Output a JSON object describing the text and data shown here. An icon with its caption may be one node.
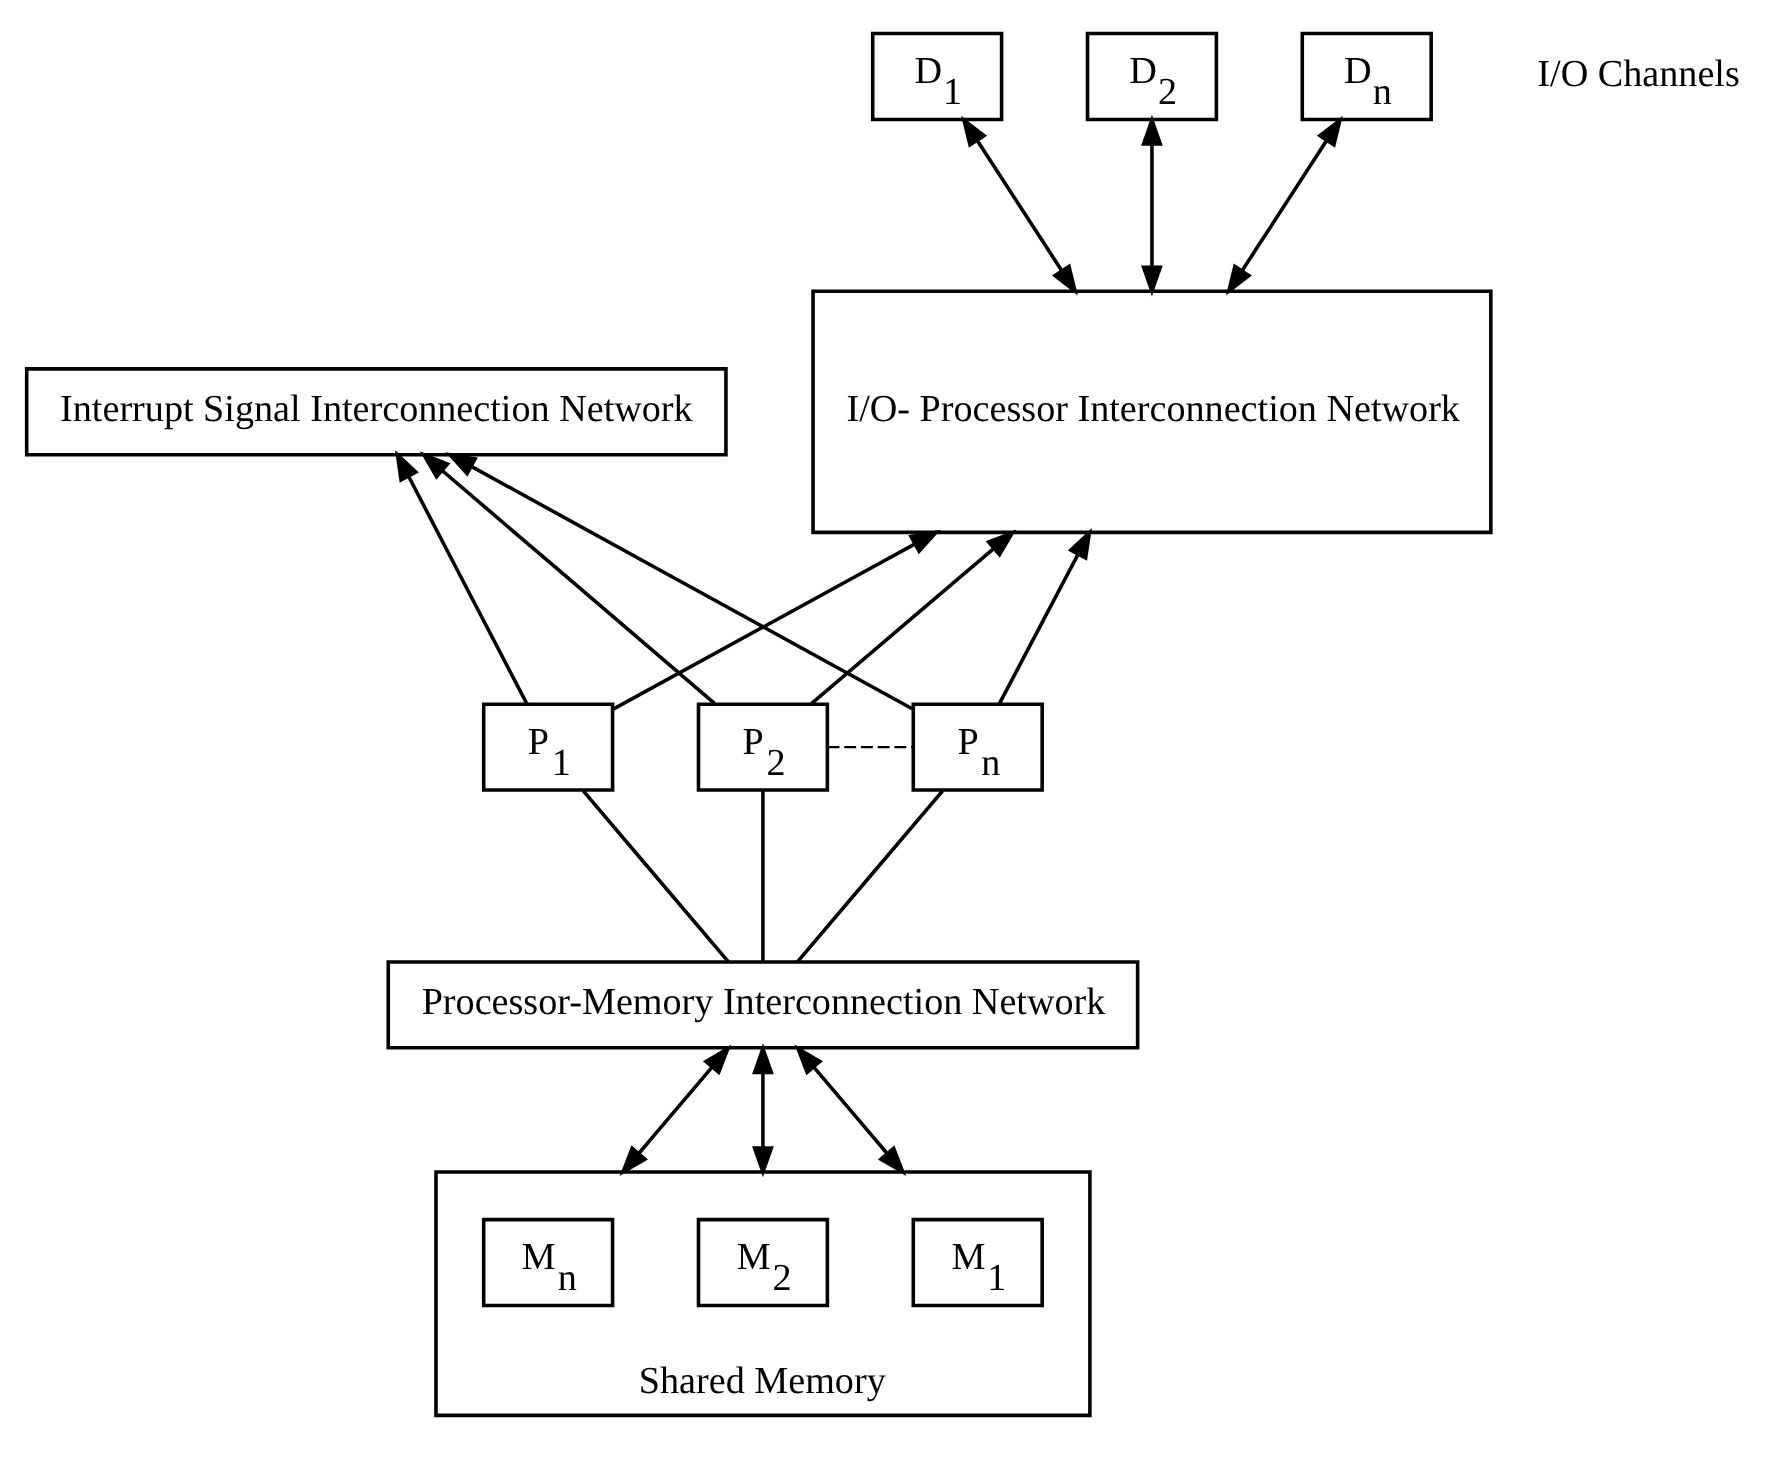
{
  "diagram": {
    "nodes": [
      {
        "text": [
          "Interrupt Signal Interconnection Network"
        ]
      },
      {
        "text": [
          "P$_{1}$"
        ]
      },
      {
        "text": [
          "P$_{2}$"
        ]
      },
      {
        "text": [
          "P$_{n}$"
        ]
      },
      {
        "text": [
          "I/O- Processor Interconnection Network"
        ]
      },
      {
        "text": [
          "D$_{1}$"
        ]
      },
      {
        "text": [
          "D$_{2}$"
        ]
      },
      {
        "text": [
          "D$_{n}$"
        ]
      },
      {
        "text": [
          "Processor-Memory Interconnection Network"
        ]
      },
      {
        "text": [
          "Shared Memory"
        ]
      },
      {
        "text": [
          "M$_{1}$"
        ],
        "in": 9
      },
      {
        "text": [
          "M$_{2}$"
        ],
        "in": 9
      },
      {
        "text": [
          "M$_{n}$"
        ],
        "in": 9
      }
    ],
    "edges": [
      {
        "from": 1,
        "to": 0,
        "arrow": "to"
      },
      {
        "from": 2,
        "to": 0,
        "arrow": "to"
      },
      {
        "from": 3,
        "to": 0,
        "arrow": "to"
      },
      {
        "from": 2,
        "to": 3,
        "arrow": "none",
        "style": "dashed"
      },
      {
        "from": 8,
        "to": 1,
        "arrow": "none"
      },
      {
        "from": 8,
        "to": 2,
        "arrow": "none"
      },
      {
        "from": 8,
        "to": 3,
        "arrow": "none"
      },
      {
        "from": 1,
        "to": 4,
        "arrow": "to"
      },
      {
        "from": 2,
        "to": 4,
        "arrow": "to"
      },
      {
        "from": 3,
        "to": 4,
        "arrow": "to"
      },
      {
        "from": 4,
        "to": 5,
        "arrow": "both"
      },
      {
        "from": 4,
        "to": 6,
        "arrow": "both"
      },
      {
        "from": 4,
        "to": 7,
        "arrow": "both"
      },
      {
        "from": 9,
        "to": 8,
        "arrow": "both"
      },
      {
        "from": 9,
        "to": 8,
        "arrow": "both"
      },
      {
        "from": 9,
        "to": 8,
        "arrow": "both"
      }
    ],
    "labels": [
      "I/O Channels"
    ]
  }
}
